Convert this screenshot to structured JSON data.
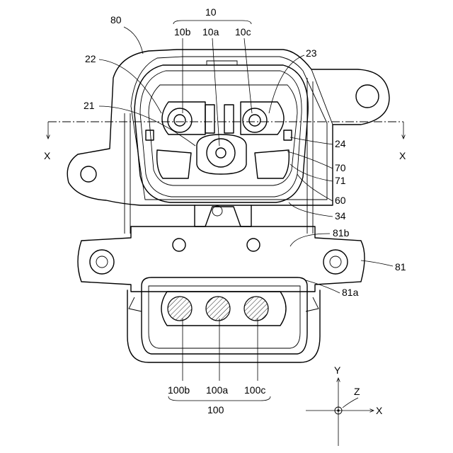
{
  "labels": {
    "l80": "80",
    "l10": "10",
    "l10b": "10b",
    "l10a": "10a",
    "l10c": "10c",
    "l22": "22",
    "l23": "23",
    "l21": "21",
    "l24": "24",
    "l70": "70",
    "l71": "71",
    "l60": "60",
    "l34": "34",
    "l81b": "81b",
    "l81": "81",
    "l81a": "81a",
    "l100b": "100b",
    "l100a": "100a",
    "l100c": "100c",
    "l100": "100",
    "xLeft": "X",
    "xRight": "X"
  },
  "axes": {
    "y": "Y",
    "z": "Z",
    "x": "X"
  }
}
